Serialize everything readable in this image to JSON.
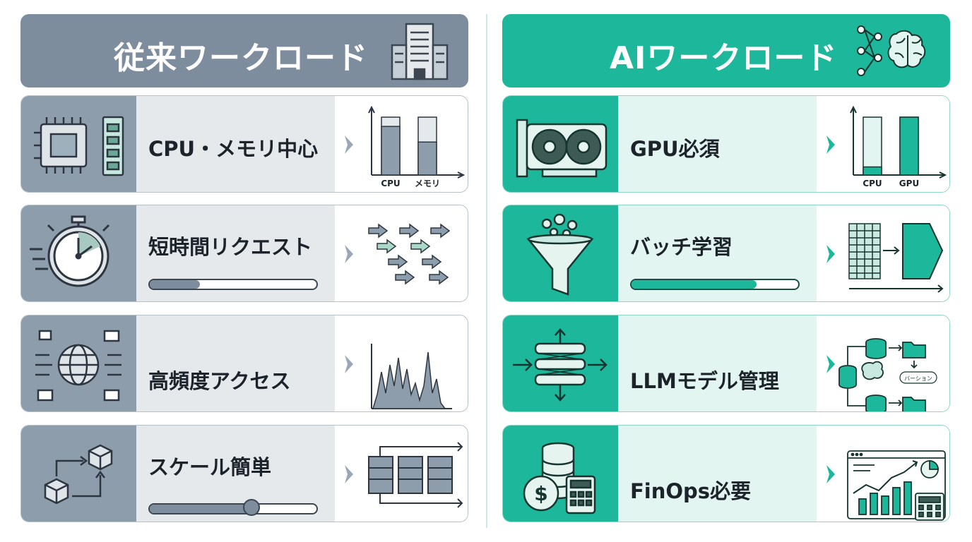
{
  "left": {
    "title": "従来ワークロード",
    "header_icon": "office-building-icon",
    "items": [
      {
        "label": "CPU・メモリ中心",
        "icon": "cpu-memory-icon",
        "visual": "usage-bar-chart",
        "chart_data": {
          "type": "bar",
          "categories": [
            "CPU",
            "メモリ"
          ],
          "values": [
            0.84,
            0.57
          ]
        }
      },
      {
        "label": "短時間リクエスト",
        "icon": "stopwatch-icon",
        "visual": "request-arrows",
        "progress": 0.3
      },
      {
        "label": "高頻度アクセス",
        "icon": "globe-access-icon",
        "visual": "spiky-traffic-chart"
      },
      {
        "label": "スケール簡単",
        "icon": "scaling-cubes-icon",
        "visual": "server-rack",
        "progress": 0.6
      }
    ]
  },
  "right": {
    "title": "AIワークロード",
    "header_icon": "neural-brain-icon",
    "items": [
      {
        "label": "GPU必須",
        "icon": "gpu-card-icon",
        "visual": "usage-bar-chart",
        "chart_data": {
          "type": "bar",
          "categories": [
            "CPU",
            "GPU"
          ],
          "values": [
            0.14,
            1.0
          ]
        }
      },
      {
        "label": "バッチ学習",
        "icon": "funnel-icon",
        "visual": "batch-flow",
        "progress": 0.75
      },
      {
        "label": "LLMモデル管理",
        "icon": "model-layers-icon",
        "visual": "model-versioning",
        "version_label": "バーション"
      },
      {
        "label": "FinOps必要",
        "icon": "cost-calculator-icon",
        "visual": "cost-dashboard"
      }
    ]
  },
  "colors": {
    "traditional": "#7d8d9d",
    "ai": "#1db79b",
    "text": "#1c232b"
  }
}
